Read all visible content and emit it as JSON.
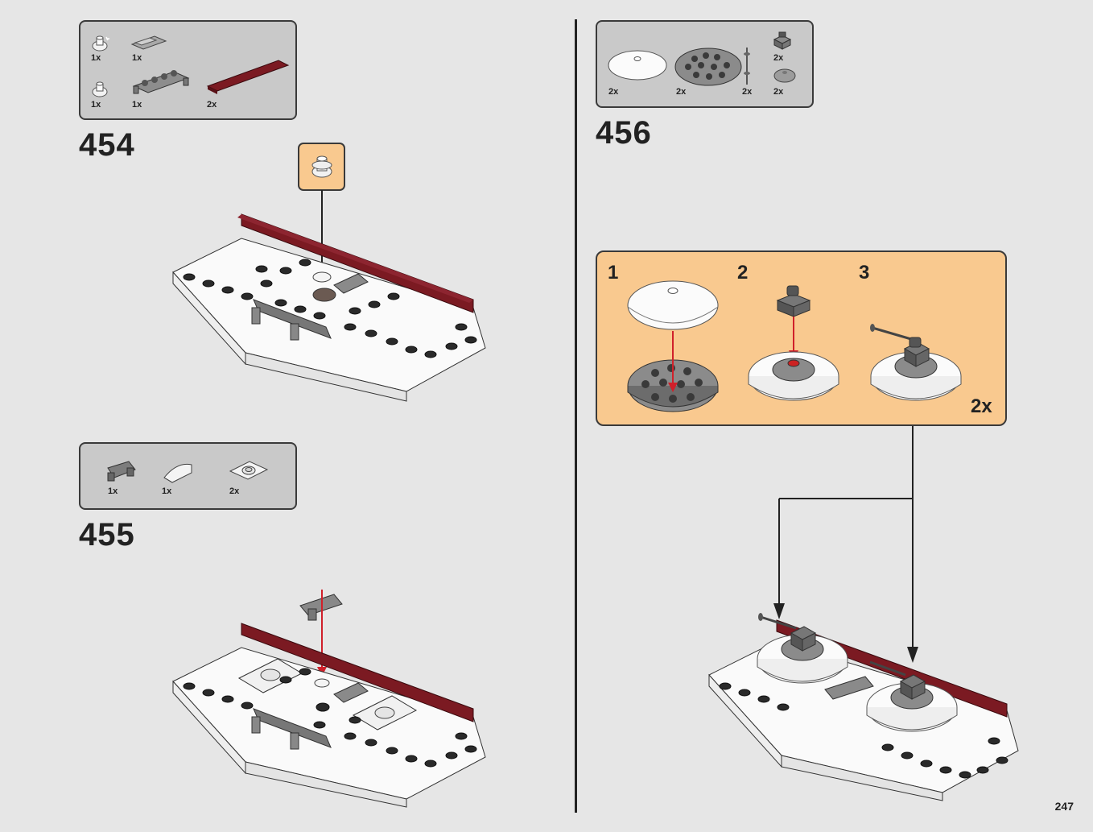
{
  "page": {
    "number": "247"
  },
  "steps": [
    {
      "number": "454",
      "parts": [
        {
          "qty": "1x",
          "icon": "round-cone-piece-icon"
        },
        {
          "qty": "1x",
          "icon": "slope-tile-icon"
        },
        {
          "qty": "1x",
          "icon": "round-cone-piece-icon"
        },
        {
          "qty": "1x",
          "icon": "plate-with-clips-icon"
        },
        {
          "qty": "2x",
          "icon": "dark-red-tile-icon"
        }
      ]
    },
    {
      "number": "455",
      "parts": [
        {
          "qty": "1x",
          "icon": "bracket-clip-icon"
        },
        {
          "qty": "1x",
          "icon": "curved-slope-icon"
        },
        {
          "qty": "2x",
          "icon": "jumper-plate-icon"
        }
      ]
    },
    {
      "number": "456",
      "parts": [
        {
          "qty": "2x",
          "icon": "radar-dish-icon"
        },
        {
          "qty": "2x",
          "icon": "round-plate-icon"
        },
        {
          "qty": "2x",
          "icon": "bar-antenna-icon"
        },
        {
          "qty": "2x",
          "icon": "clip-brick-icon"
        },
        {
          "qty": "2x",
          "icon": "small-dish-icon"
        }
      ],
      "substeps": [
        "1",
        "2",
        "3"
      ],
      "multiplier": "2x"
    }
  ],
  "colors": {
    "background": "#e6e6e6",
    "parts_box": "#c9c9c9",
    "callout": "#f9c98f",
    "dark_red": "#7b1a22",
    "arrow_red": "#d0202a"
  }
}
